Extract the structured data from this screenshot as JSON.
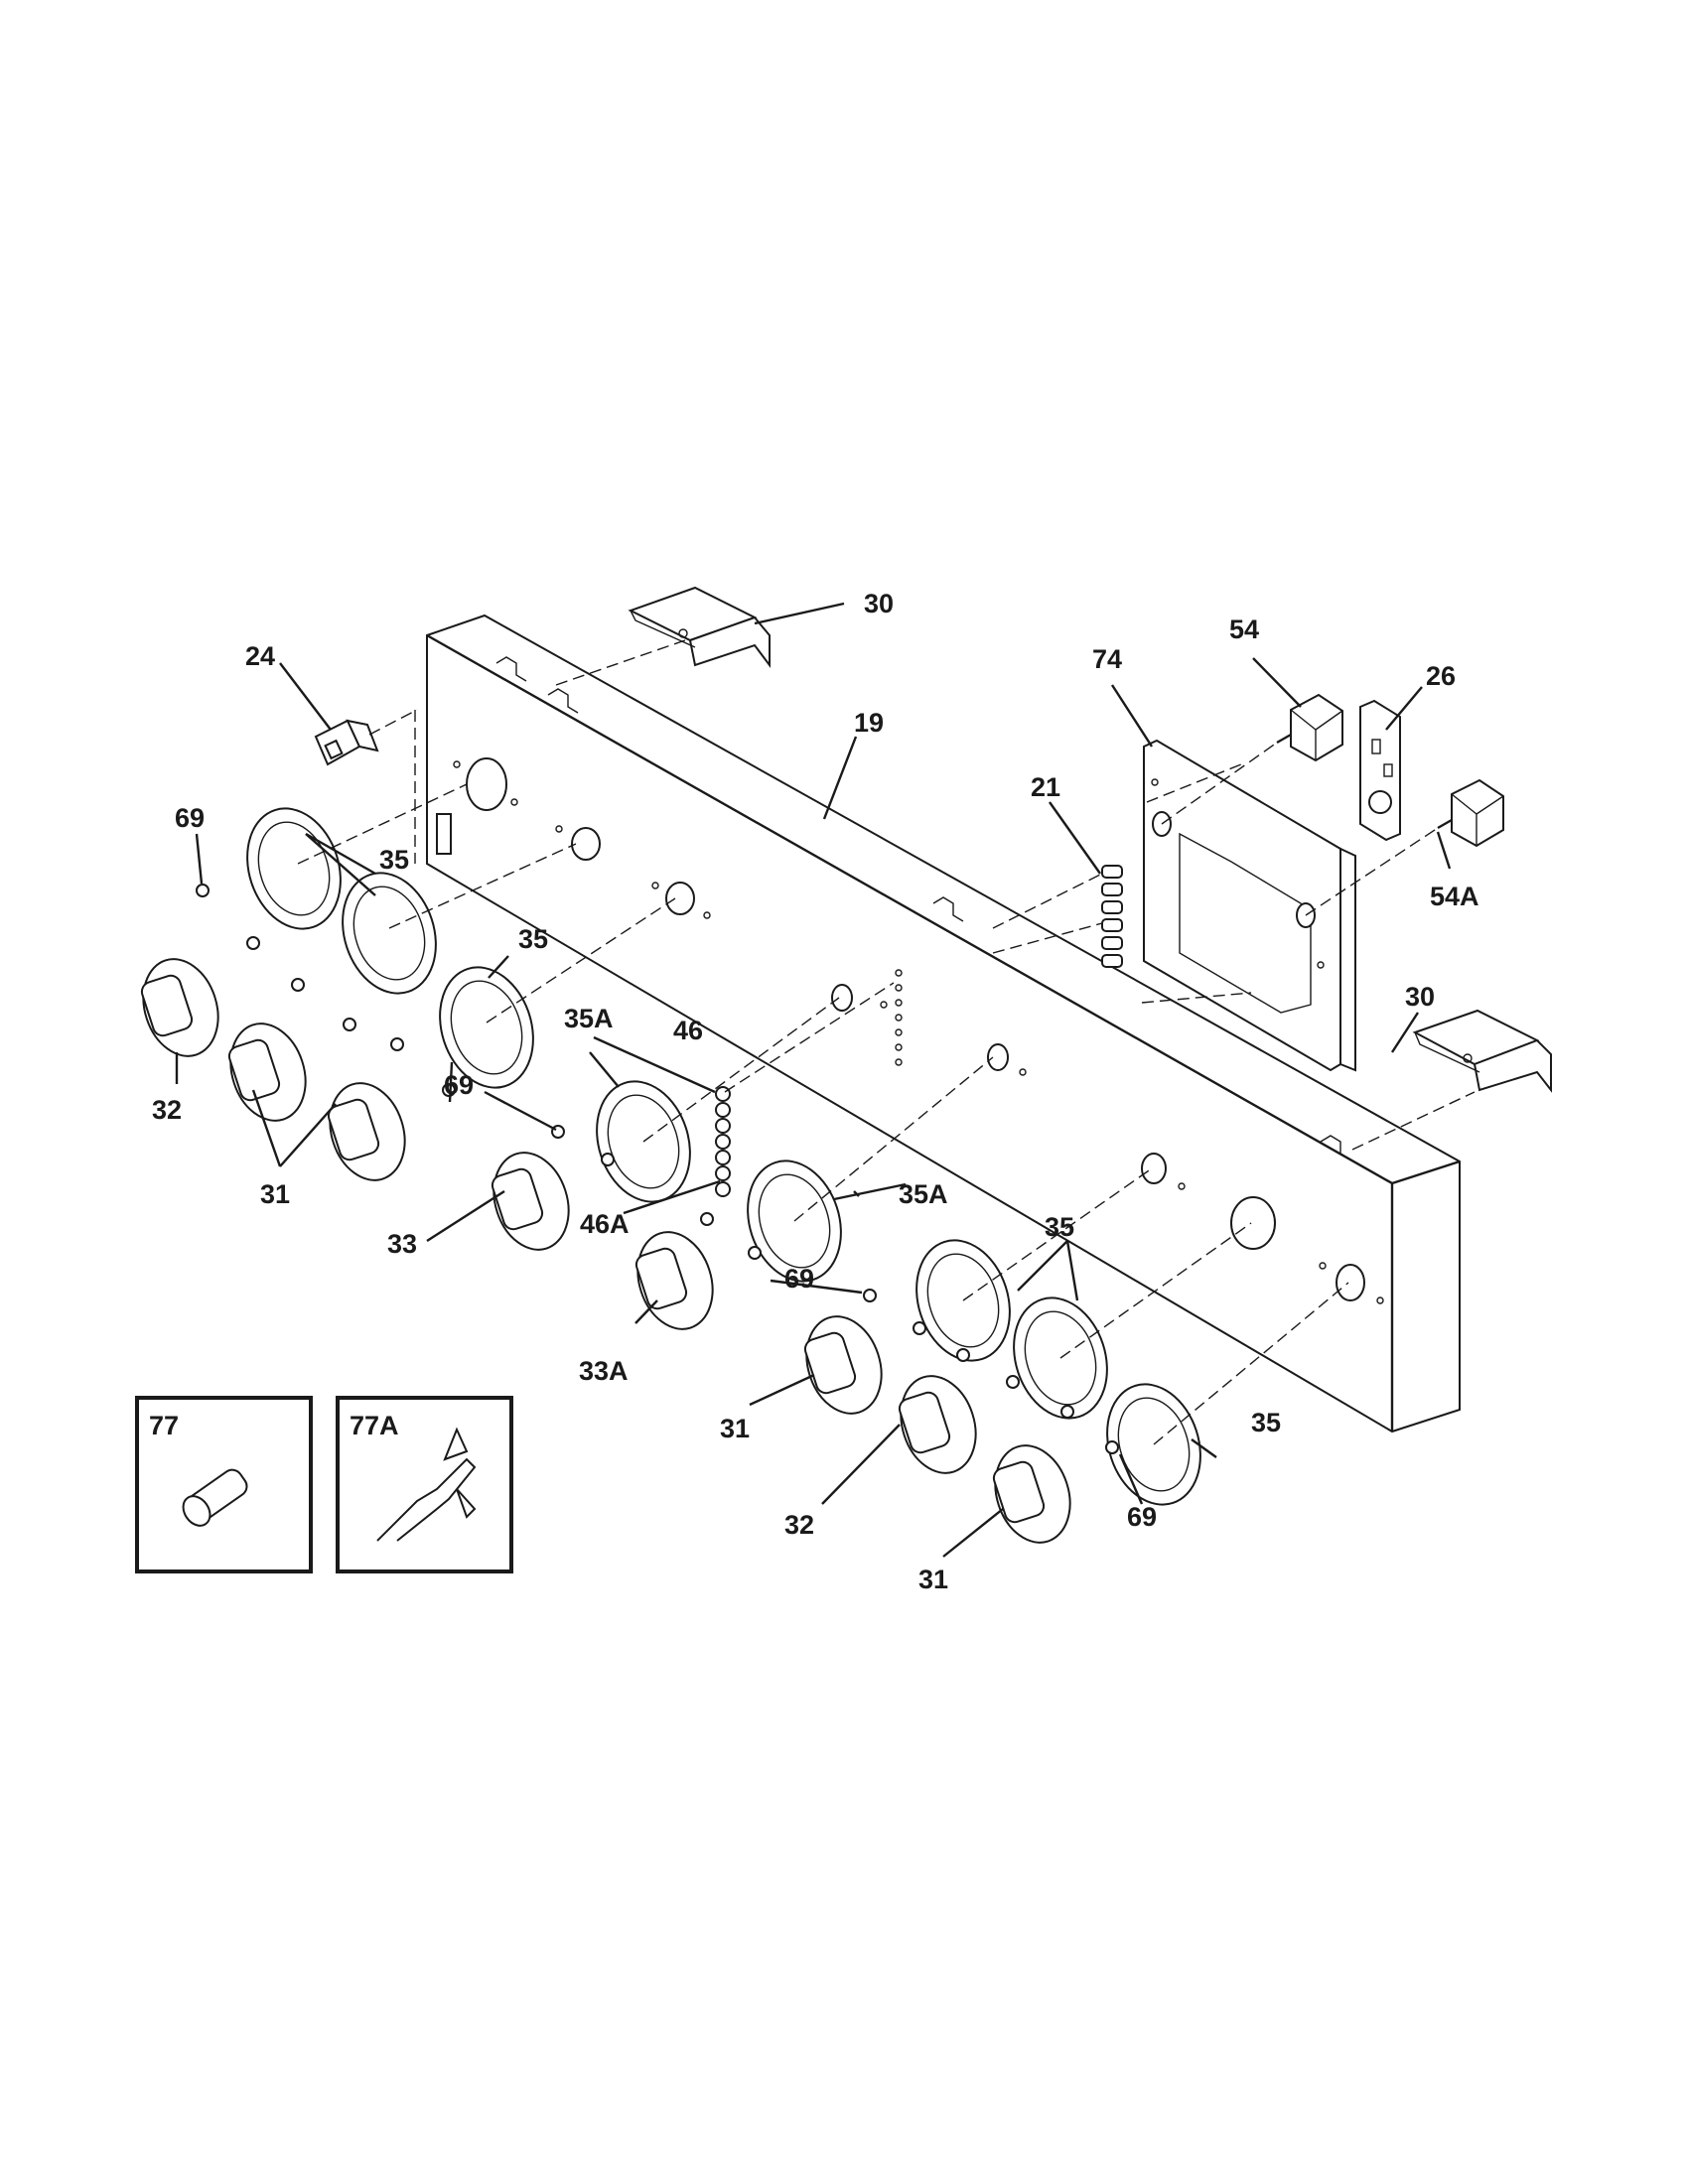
{
  "labels": {
    "l30a": "30",
    "l24": "24",
    "l19": "19",
    "l74": "74",
    "l54": "54",
    "l26": "26",
    "l21": "21",
    "l69a": "69",
    "l35a": "35",
    "l35b": "35",
    "l54A": "54A",
    "l30b": "30",
    "l35Aa": "35A",
    "l46": "46",
    "l32a": "32",
    "l69b": "69",
    "l31a": "31",
    "l46A": "46A",
    "l35Ab": "35A",
    "l33": "33",
    "l35c": "35",
    "l69c": "69",
    "l33A": "33A",
    "l31b": "31",
    "l35d": "35",
    "l32b": "32",
    "l69d": "69",
    "l31c": "31",
    "l77": "77",
    "l77A": "77A"
  },
  "colors": {
    "line": "#1a1a1a",
    "background": "#ffffff"
  }
}
